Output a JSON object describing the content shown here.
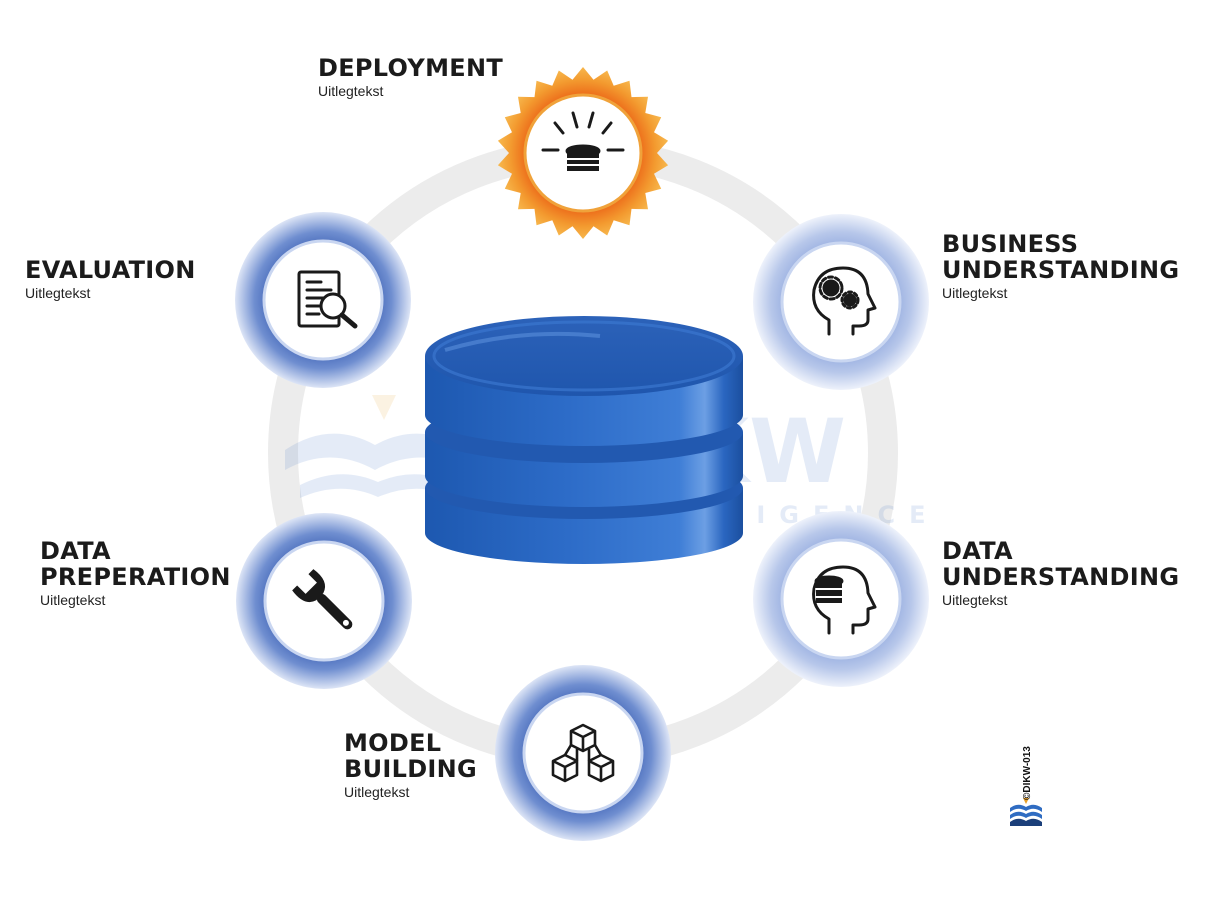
{
  "stages": [
    {
      "id": "deployment",
      "title": "DEPLOYMENT",
      "subtitle": "Uitlegtekst",
      "icon": "database-broadcast-icon",
      "highlighted": true
    },
    {
      "id": "business-understanding",
      "title": "BUSINESS\nUNDERSTANDING",
      "subtitle": "Uitlegtekst",
      "icon": "head-gears-icon"
    },
    {
      "id": "data-understanding",
      "title": "DATA\nUNDERSTANDING",
      "subtitle": "Uitlegtekst",
      "icon": "head-database-icon"
    },
    {
      "id": "model-building",
      "title": "MODEL\nBUILDING",
      "subtitle": "Uitlegtekst",
      "icon": "cubes-icon"
    },
    {
      "id": "data-preperation",
      "title": "DATA\nPREPERATION",
      "subtitle": "Uitlegtekst",
      "icon": "wrench-icon"
    },
    {
      "id": "evaluation",
      "title": "EVALUATION",
      "subtitle": "Uitlegtekst",
      "icon": "document-magnifier-icon"
    }
  ],
  "watermark": {
    "main": "DIKW",
    "sub": "INTELLIGENCE"
  },
  "copyright": "©DIKW-013",
  "colors": {
    "ring": "#e8e8e8",
    "node_blue": "#5b7cc6",
    "node_blue_light": "#c7d3ef",
    "highlight_orange": "#f29a2e",
    "highlight_dark": "#ea6a15",
    "database_blue": "#2b67c1",
    "database_dark": "#1c4f9e",
    "icon": "#1a1a1a"
  }
}
